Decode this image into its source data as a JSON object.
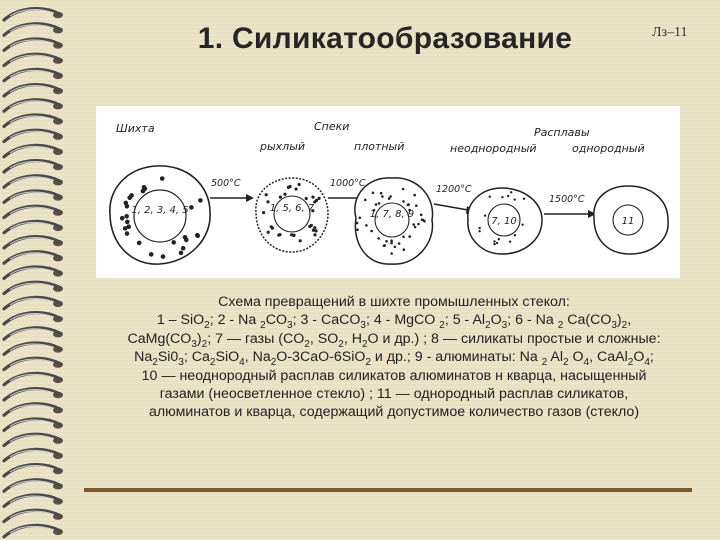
{
  "slide": {
    "title": "1. Силикатообразование",
    "number": "Лз–11"
  },
  "figure": {
    "labels": {
      "shikhta": "Шихта",
      "speki": "Спеки",
      "rykhly": "рыхлый",
      "plotny": "плотный",
      "rasplavy": "Расплавы",
      "neodnorodny": "неоднородный",
      "odnorodny": "однородный"
    },
    "temperatures": [
      "500°С",
      "1000°С",
      "1200°С",
      "1500°С"
    ],
    "stages": [
      "1, 2, 3, 4, 5",
      "1, 5, 6, 7",
      "1, 7, 8, 9",
      "7, 10",
      "11"
    ]
  },
  "caption": {
    "line1": "Схема превращений в шихте промышленных стекол:",
    "line2": {
      "p1": "1 – SiO",
      "p2": "; 2 - Na ",
      "p3": "CO",
      "p4": "; 3 - CaCO",
      "p5": "; 4 - MgCO ",
      "p6": "; 5 - Al",
      "p7": "O",
      "p8": "; 6 - Na ",
      "p9": " Ca(CO",
      "p10": ")",
      "p11": ","
    },
    "line3": {
      "p1": "CaMg(CO",
      "p2": ")",
      "p3": "; 7 — газы (CO",
      "p4": ", SO",
      "p5": ", H",
      "p6": "O и др.) ; 8 — силикаты простые и сложные:"
    },
    "line4": {
      "p1": "Na",
      "p2": "Si0",
      "p3": "; Ca",
      "p4": "SiO",
      "p5": ", Na",
      "p6": "O-3CaO-6SiO",
      "p7": " и др.; 9 - алюминаты: Na ",
      "p8": " Al",
      "p9": " O",
      "p10": ", CaAl",
      "p11": "O",
      "p12": ";"
    },
    "line5": "10 — неоднородный расплав силикатов алюминатов н кварца, насыщенный",
    "line6": "газами (неосветленное стекло) ; 11 — однородный расплав силикатов,",
    "line7": "алюминатов и кварца, содержащий допустимое количество газов (стекло)",
    "sub": {
      "two": "2",
      "three": "3",
      "four": "4"
    }
  }
}
